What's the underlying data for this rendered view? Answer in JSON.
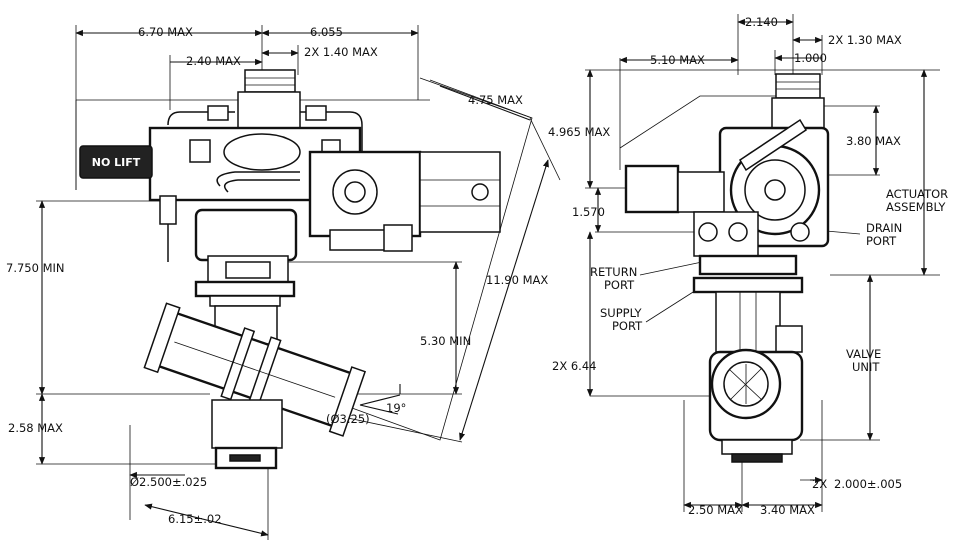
{
  "left_view": {
    "dims": {
      "overall_width": "6.70 MAX",
      "port_center": "6.055",
      "offset": "2.40 MAX",
      "port_width": "2X 1.40 MAX",
      "actuator_width": "4.75 MAX",
      "diagonal_length": "11.90 MAX",
      "height_min": "7.750 MIN",
      "vertical_min": "5.30 MIN",
      "bottom_max": "2.58 MAX",
      "angle": "19°",
      "bore": "(Ø3.25)",
      "flange_dia": "Ø2.500±.025",
      "flange_span": "6.15±.02"
    },
    "label_no_lift": "NO LIFT"
  },
  "right_view": {
    "dims": {
      "top_width": "2.140",
      "port_width": "2X 1.30 MAX",
      "half_width": "5.10 MAX",
      "port_size": "1.000",
      "actuator_height": "4.965 MAX",
      "box_height": "3.80 MAX",
      "offset": "1.570",
      "overall_height": "2X 6.44",
      "bottom_left": "2.50 MAX",
      "bottom_right": "3.40 MAX",
      "port_spacing": "2X",
      "port_center": "2.000±.005"
    },
    "labels": {
      "actuator_assembly_line1": "ACTUATOR",
      "actuator_assembly_line2": "ASSEMBLY",
      "drain_port_line1": "DRAIN",
      "drain_port_line2": "PORT",
      "return_port_line1": "RETURN",
      "return_port_line2": "PORT",
      "supply_port_line1": "SUPPLY",
      "supply_port_line2": "PORT",
      "valve_unit_line1": "VALVE",
      "valve_unit_line2": "UNIT"
    }
  }
}
